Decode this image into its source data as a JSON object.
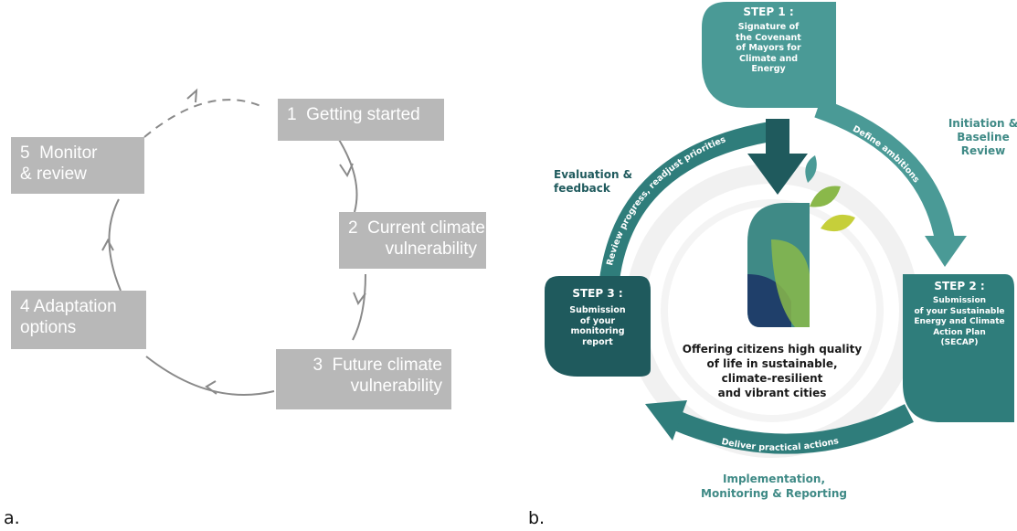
{
  "panel_a": {
    "label": "a.",
    "steps": [
      {
        "lines": [
          "1  Getting started"
        ]
      },
      {
        "lines": [
          "2  Current climate",
          "vulnerability"
        ]
      },
      {
        "lines": [
          "3  Future climate",
          "vulnerability"
        ]
      },
      {
        "lines": [
          "4 Adaptation",
          "options"
        ]
      },
      {
        "lines": [
          "5  Monitor",
          "& review"
        ]
      }
    ]
  },
  "panel_b": {
    "label": "b.",
    "step1": {
      "title": "STEP 1 :",
      "lines": [
        "Signature of",
        "the Covenant",
        "of Mayors for",
        "Climate and",
        "Energy"
      ]
    },
    "step2": {
      "title": "STEP 2 :",
      "lines": [
        "Submission",
        "of your Sustainable",
        "Energy and Climate",
        "Action Plan",
        "(SECAP)"
      ]
    },
    "step3": {
      "title": "STEP 3 :",
      "lines": [
        "Submission",
        "of your",
        "monitoring",
        "report"
      ]
    },
    "phase_initiation": [
      "Initiation &",
      "Baseline",
      "Review"
    ],
    "phase_evaluation": [
      "Evaluation &",
      "feedback"
    ],
    "phase_implementation": [
      "Implementation,",
      "Monitoring & Reporting"
    ],
    "arrow_define": "Define ambitions",
    "arrow_review": "Review progress, readjust priorities",
    "arrow_deliver": "Deliver practical actions",
    "center_text": [
      "Offering citizens high quality",
      "of life in sustainable,",
      "climate-resilient",
      "and vibrant cities"
    ],
    "colors": {
      "dark_teal": "#1f5a5d",
      "mid_teal": "#2f7d7b",
      "light_teal": "#4a9a96",
      "text_teal": "#3f8a86"
    }
  }
}
